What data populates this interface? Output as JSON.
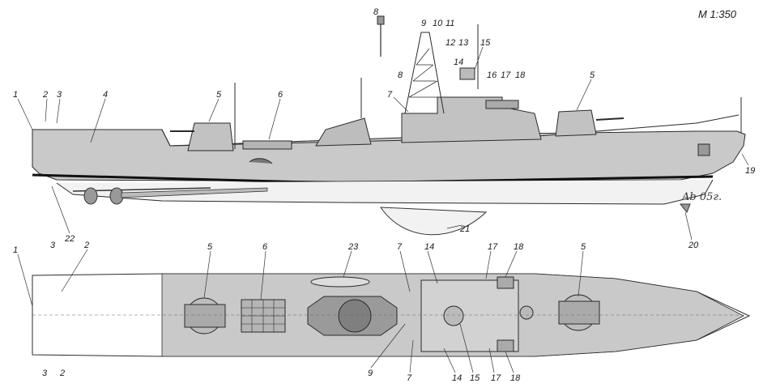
{
  "scale_label": "M 1:350",
  "signature": "Ab 05г.",
  "side_view": {
    "labels": [
      "1",
      "2",
      "3",
      "4",
      "5",
      "6",
      "7",
      "8",
      "8",
      "9",
      "10",
      "11",
      "12",
      "13",
      "14",
      "15",
      "16",
      "17",
      "18",
      "5",
      "19",
      "20",
      "21",
      "22"
    ]
  },
  "plan_view": {
    "top_labels": [
      "1",
      "3",
      "2",
      "5",
      "6",
      "23",
      "7",
      "14",
      "17",
      "18",
      "5"
    ],
    "bottom_labels": [
      "3",
      "2",
      "9",
      "7",
      "14",
      "15",
      "17",
      "18"
    ]
  },
  "colors": {
    "hull": "#c9c9c9",
    "deck": "#bdbdbd",
    "line": "#2a2a2a",
    "waterline": "#111111"
  }
}
